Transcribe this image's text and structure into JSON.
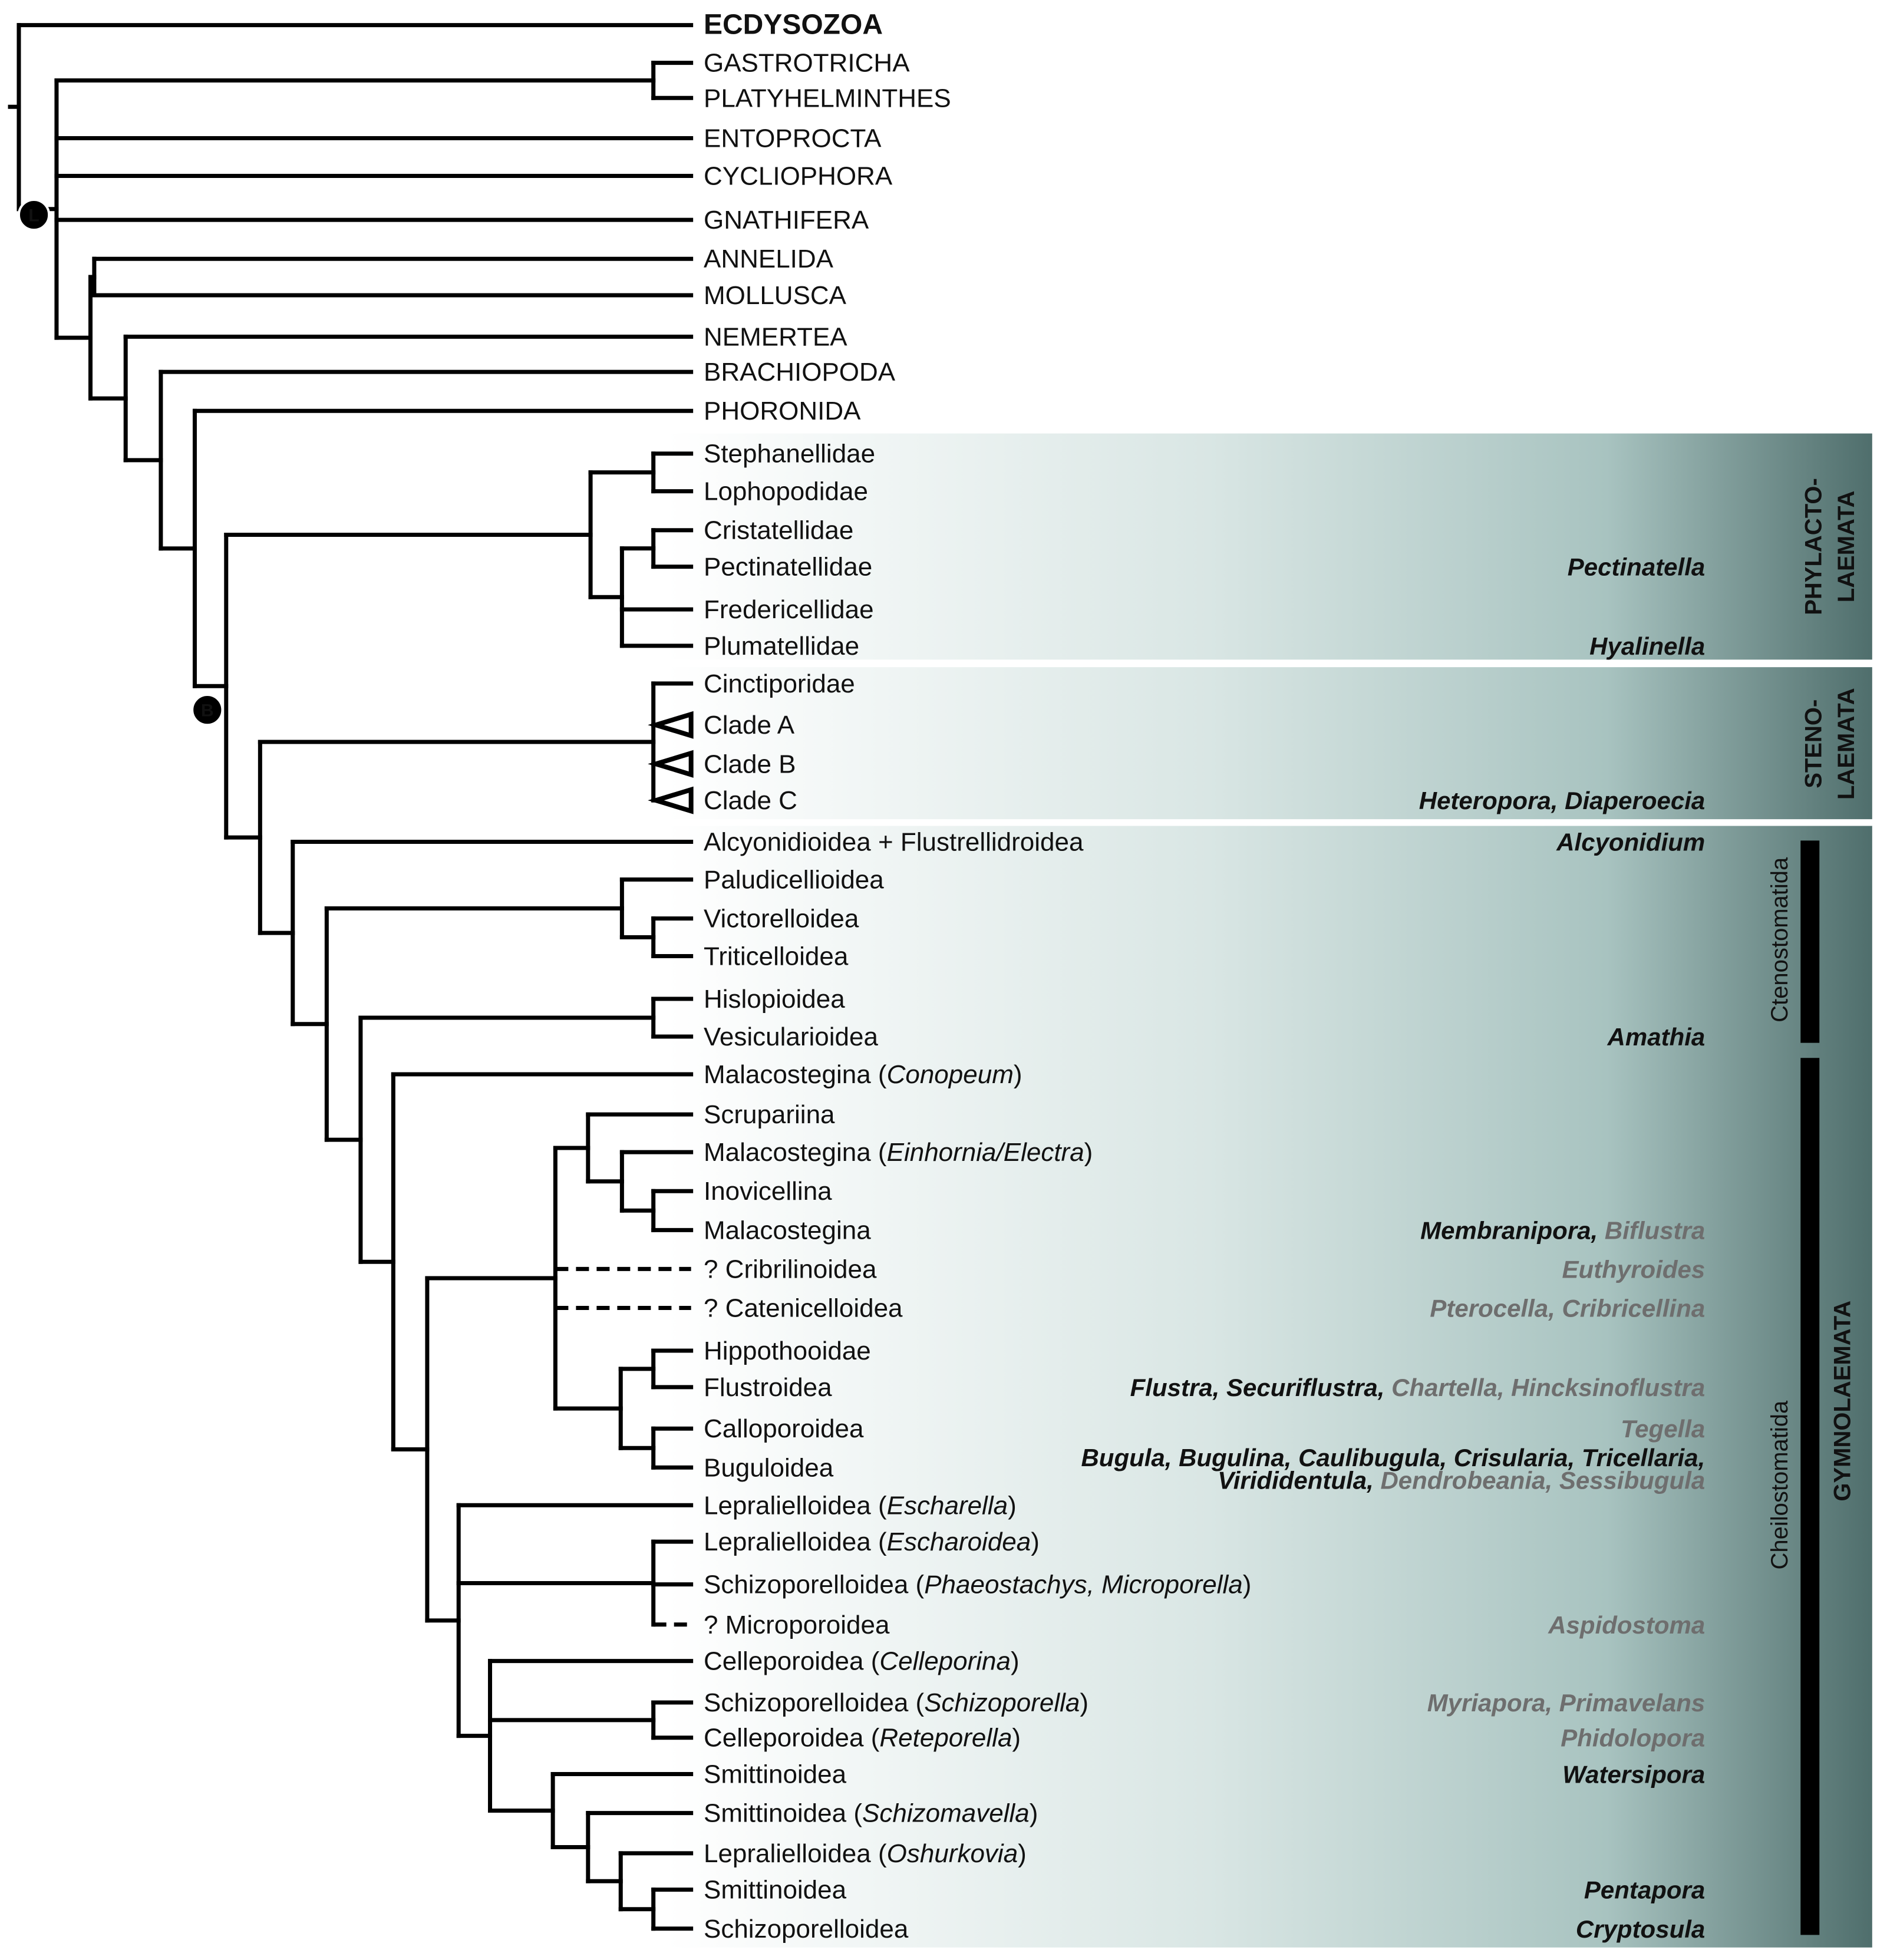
{
  "colors": {
    "band_dark": "#4f6e6c",
    "band_mid": "#a9c5c2",
    "branch": "#000000",
    "genus_dark": "#111111",
    "genus_grey": "#6e6e6e",
    "group_label_text": "#ffffff"
  },
  "nodes": [
    {
      "id": "L",
      "label": "L"
    },
    {
      "id": "B",
      "label": "B"
    }
  ],
  "taxa": [
    {
      "label": "ECDYSOZOA",
      "style": "bold"
    },
    {
      "label": "GASTROTRICHA"
    },
    {
      "label": "PLATYHELMINTHES"
    },
    {
      "label": "ENTOPROCTA"
    },
    {
      "label": "CYCLIOPHORA"
    },
    {
      "label": "GNATHIFERA"
    },
    {
      "label": "ANNELIDA"
    },
    {
      "label": "MOLLUSCA"
    },
    {
      "label": "NEMERTEA"
    },
    {
      "label": "BRACHIOPODA"
    },
    {
      "label": "PHORONIDA"
    },
    {
      "label": "Stephanellidae"
    },
    {
      "label": "Lophopodidae"
    },
    {
      "label": "Cristatellidae"
    },
    {
      "label": "Pectinatellidae"
    },
    {
      "label": "Fredericellidae"
    },
    {
      "label": "Plumatellidae"
    },
    {
      "label": "Cinctiporidae"
    },
    {
      "label": "Clade A",
      "collapsed": true
    },
    {
      "label": "Clade B",
      "collapsed": true
    },
    {
      "label": "Clade C",
      "collapsed": true
    },
    {
      "label": "Alcyonidioidea + Flustrellidroidea"
    },
    {
      "label": "Paludicellioidea"
    },
    {
      "label": "Victorelloidea"
    },
    {
      "label": "Triticelloidea"
    },
    {
      "label": "Hislopioidea"
    },
    {
      "label": "Vesicularioidea"
    },
    {
      "label": "Malacostegina",
      "paren": "Conopeum"
    },
    {
      "label": "Scrupariina"
    },
    {
      "label": "Malacostegina",
      "paren": "Einhornia/Electra"
    },
    {
      "label": "Inovicellina"
    },
    {
      "label": "Malacostegina"
    },
    {
      "label": "? Cribrilinoidea",
      "dashed": true
    },
    {
      "label": "? Catenicelloidea",
      "dashed": true
    },
    {
      "label": "Hippothooidae"
    },
    {
      "label": "Flustroidea"
    },
    {
      "label": "Calloporoidea"
    },
    {
      "label": "Buguloidea"
    },
    {
      "label": "Lepralielloidea",
      "paren": "Escharella"
    },
    {
      "label": "Lepralielloidea",
      "paren": "Escharoidea"
    },
    {
      "label": "Schizoporelloidea",
      "paren": "Phaeostachys, Microporella"
    },
    {
      "label": "? Microporoidea",
      "dashed": true
    },
    {
      "label": "Celleporoidea",
      "paren": "Celleporina"
    },
    {
      "label": "Schizoporelloidea",
      "paren": "Schizoporella"
    },
    {
      "label": "Celleporoidea",
      "paren": "Reteporella"
    },
    {
      "label": "Smittinoidea"
    },
    {
      "label": "Smittinoidea",
      "paren": "Schizomavella"
    },
    {
      "label": "Lepralielloidea",
      "paren": "Oshurkovia"
    },
    {
      "label": "Smittinoidea"
    },
    {
      "label": "Schizoporelloidea"
    }
  ],
  "genus_annotations": [
    {
      "row": 14,
      "parts": [
        {
          "text": "Pectinatella",
          "tone": "dark"
        }
      ]
    },
    {
      "row": 16,
      "parts": [
        {
          "text": "Hyalinella",
          "tone": "dark"
        }
      ]
    },
    {
      "row": 20,
      "parts": [
        {
          "text": "Heteropora, Diaperoecia",
          "tone": "dark"
        }
      ]
    },
    {
      "row": 21,
      "parts": [
        {
          "text": "Alcyonidium",
          "tone": "dark"
        }
      ]
    },
    {
      "row": 26,
      "parts": [
        {
          "text": "Amathia",
          "tone": "dark"
        }
      ]
    },
    {
      "row": 31,
      "parts": [
        {
          "text": "Membranipora, ",
          "tone": "dark"
        },
        {
          "text": "Biflustra",
          "tone": "grey"
        }
      ]
    },
    {
      "row": 32,
      "parts": [
        {
          "text": "Euthyroides",
          "tone": "grey"
        }
      ]
    },
    {
      "row": 33,
      "parts": [
        {
          "text": "Pterocella, Cribricellina",
          "tone": "grey"
        }
      ]
    },
    {
      "row": 35,
      "parts": [
        {
          "text": "Flustra, Securiflustra, ",
          "tone": "dark"
        },
        {
          "text": "Chartella, Hincksinoflustra",
          "tone": "grey"
        }
      ]
    },
    {
      "row": 36,
      "parts": [
        {
          "text": "Tegella",
          "tone": "grey"
        }
      ]
    },
    {
      "row": 37,
      "parts": [
        {
          "text": "Bugula, Bugulina, Caulibugula, Crisularia, Tricellaria,",
          "tone": "dark"
        }
      ]
    },
    {
      "row": 37.6,
      "parts": [
        {
          "text": "Virididentula, ",
          "tone": "dark"
        },
        {
          "text": "Dendrobeania, Sessibugula",
          "tone": "grey"
        }
      ]
    },
    {
      "row": 41,
      "parts": [
        {
          "text": "Aspidostoma",
          "tone": "grey"
        }
      ]
    },
    {
      "row": 43,
      "parts": [
        {
          "text": "Myriapora, Primavelans",
          "tone": "grey"
        }
      ]
    },
    {
      "row": 44,
      "parts": [
        {
          "text": "Phidolopora",
          "tone": "grey"
        }
      ]
    },
    {
      "row": 45,
      "parts": [
        {
          "text": "Watersipora",
          "tone": "dark"
        }
      ]
    },
    {
      "row": 48,
      "parts": [
        {
          "text": "Pentapora",
          "tone": "dark"
        }
      ]
    },
    {
      "row": 49,
      "parts": [
        {
          "text": "Cryptosula",
          "tone": "dark"
        }
      ]
    }
  ],
  "groups": [
    {
      "name": "phylactolaemata",
      "lines": [
        "PHYLACTO-",
        "LAEMATA"
      ]
    },
    {
      "name": "stenolaemata",
      "lines": [
        "STENO-",
        "LAEMATA"
      ]
    },
    {
      "name": "gymnolaemata",
      "lines": [
        "GYMNOLAEMATA"
      ]
    }
  ],
  "subgroups": [
    {
      "name": "ctenostomatida",
      "label": "Ctenostomatida"
    },
    {
      "name": "cheilostomatida",
      "label": "Cheilostomatida"
    }
  ]
}
